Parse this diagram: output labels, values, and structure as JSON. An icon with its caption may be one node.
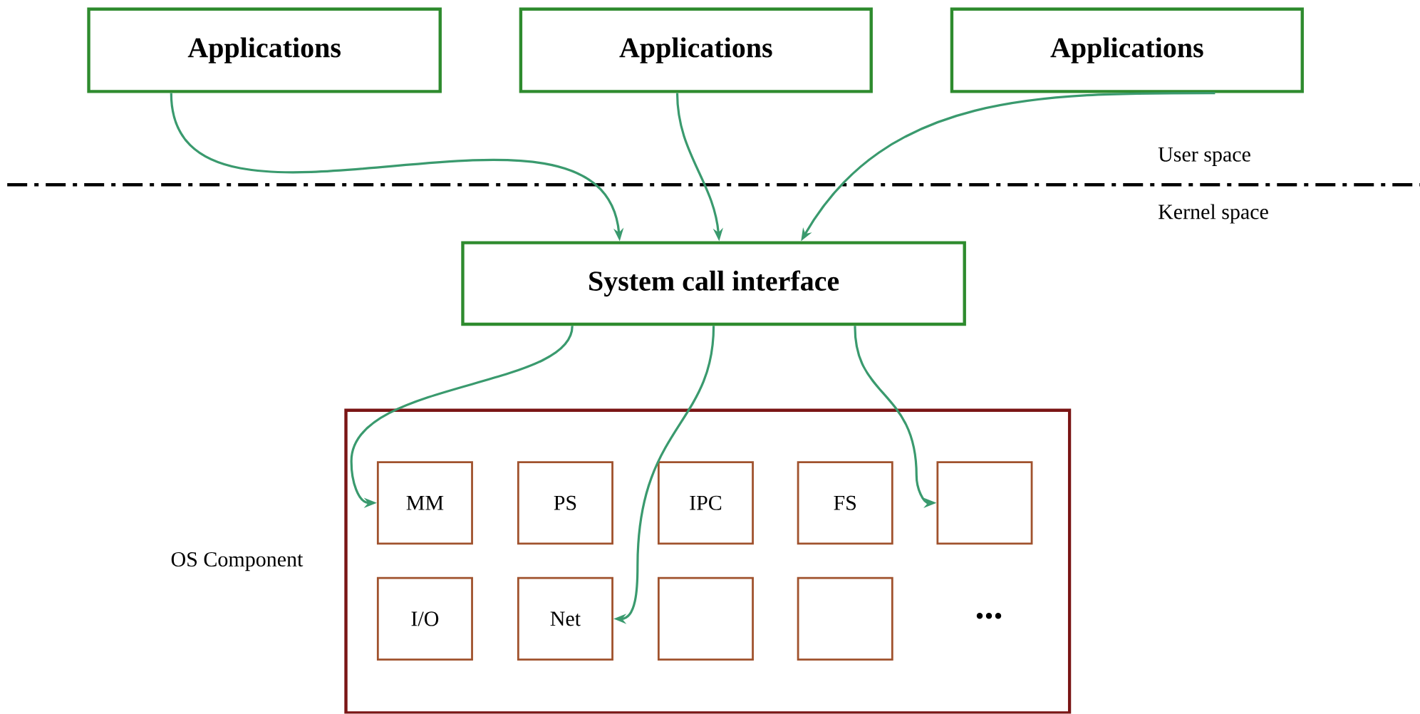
{
  "diagram": {
    "nodes": [
      {
        "text": [
          "Applications"
        ]
      },
      {
        "text": [
          "Applications"
        ]
      },
      {
        "text": [
          "Applications"
        ]
      },
      {
        "text": [
          "System call interface"
        ]
      },
      {
        "text": [],
        "shape": "box",
        "beside": [
          "OS Component"
        ]
      },
      {
        "text": [
          "MM"
        ],
        "in": 4
      },
      {
        "text": [
          "PS"
        ],
        "in": 4
      },
      {
        "text": [
          "IPC"
        ],
        "in": 4
      },
      {
        "text": [
          "FS"
        ],
        "in": 4
      },
      {
        "text": [],
        "shape": "box",
        "in": 4
      },
      {
        "text": [
          "I/O"
        ],
        "in": 4
      },
      {
        "text": [
          "Net"
        ],
        "in": 4
      },
      {
        "text": [],
        "shape": "box",
        "in": 4
      },
      {
        "text": [],
        "shape": "box",
        "in": 4
      }
    ],
    "edges": [
      {
        "from": 0,
        "to": 3,
        "arrow": "to"
      },
      {
        "from": 1,
        "to": 3,
        "arrow": "to"
      },
      {
        "from": 2,
        "to": 3,
        "arrow": "to"
      },
      {
        "from": 3,
        "to": 5,
        "arrow": "to"
      },
      {
        "from": 3,
        "to": 11,
        "arrow": "to"
      },
      {
        "from": 3,
        "to": 9,
        "arrow": "to"
      }
    ],
    "labels": [
      "User space",
      "Kernel space",
      "..."
    ]
  }
}
